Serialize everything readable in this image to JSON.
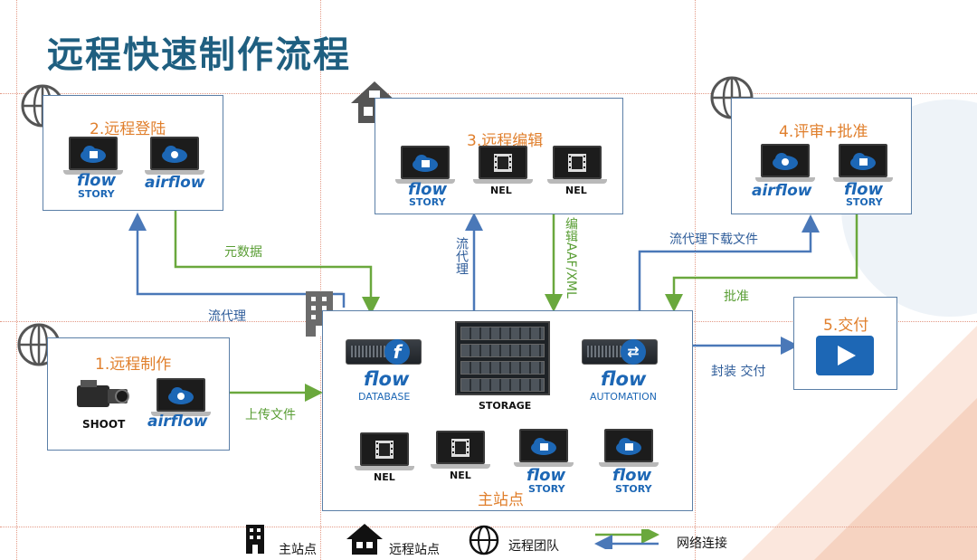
{
  "title": "远程快速制作流程",
  "colors": {
    "title": "#1f5f80",
    "box_border": "#5b7fa7",
    "box_title": "#e07f2c",
    "green_arrow": "#6aa83d",
    "blue_arrow": "#4a78b8",
    "brand_blue": "#1d67b5"
  },
  "boxes": {
    "remote_login": {
      "title": "2.远程登陆",
      "items": [
        {
          "type": "flow",
          "logo": "flow",
          "sub": "STORY"
        },
        {
          "type": "airflow",
          "logo": "airflow"
        }
      ]
    },
    "remote_edit": {
      "title": "3.远程编辑",
      "items": [
        {
          "type": "flow",
          "logo": "flow",
          "sub": "STORY"
        },
        {
          "type": "nel",
          "label": "NEL"
        },
        {
          "type": "nel",
          "label": "NEL"
        }
      ]
    },
    "review": {
      "title": "4.评审+批准",
      "items": [
        {
          "type": "airflow",
          "logo": "airflow"
        },
        {
          "type": "flow",
          "logo": "flow",
          "sub": "STORY"
        }
      ]
    },
    "remote_make": {
      "title": "1.远程制作",
      "items": [
        {
          "type": "camera",
          "label": "SHOOT"
        },
        {
          "type": "airflow",
          "logo": "airflow"
        }
      ]
    },
    "deliver": {
      "title": "5.交付",
      "icon": "play-icon"
    },
    "main": {
      "title": "主站点",
      "database": {
        "logo": "flow",
        "sub": "DATABASE"
      },
      "storage": {
        "label": "STORAGE"
      },
      "automation": {
        "logo": "flow",
        "sub": "AUTOMATION"
      },
      "items": [
        {
          "type": "nel",
          "label": "NEL"
        },
        {
          "type": "nel",
          "label": "NEL"
        },
        {
          "type": "flow",
          "logo": "flow",
          "sub": "STORY"
        },
        {
          "type": "flow",
          "logo": "flow",
          "sub": "STORY"
        }
      ]
    }
  },
  "edges": {
    "metadata": "元数据",
    "proxy_left": "流代理",
    "proxy_mid": "流代理",
    "edit_aaf": "编辑AAF/XML",
    "proxy_download": "流代理下载文件",
    "approve": "批准",
    "upload": "上传文件",
    "package_deliver": "封装 交付"
  },
  "legend": {
    "main_site": "主站点",
    "remote_site": "远程站点",
    "remote_team": "远程团队",
    "network": "网络连接"
  }
}
